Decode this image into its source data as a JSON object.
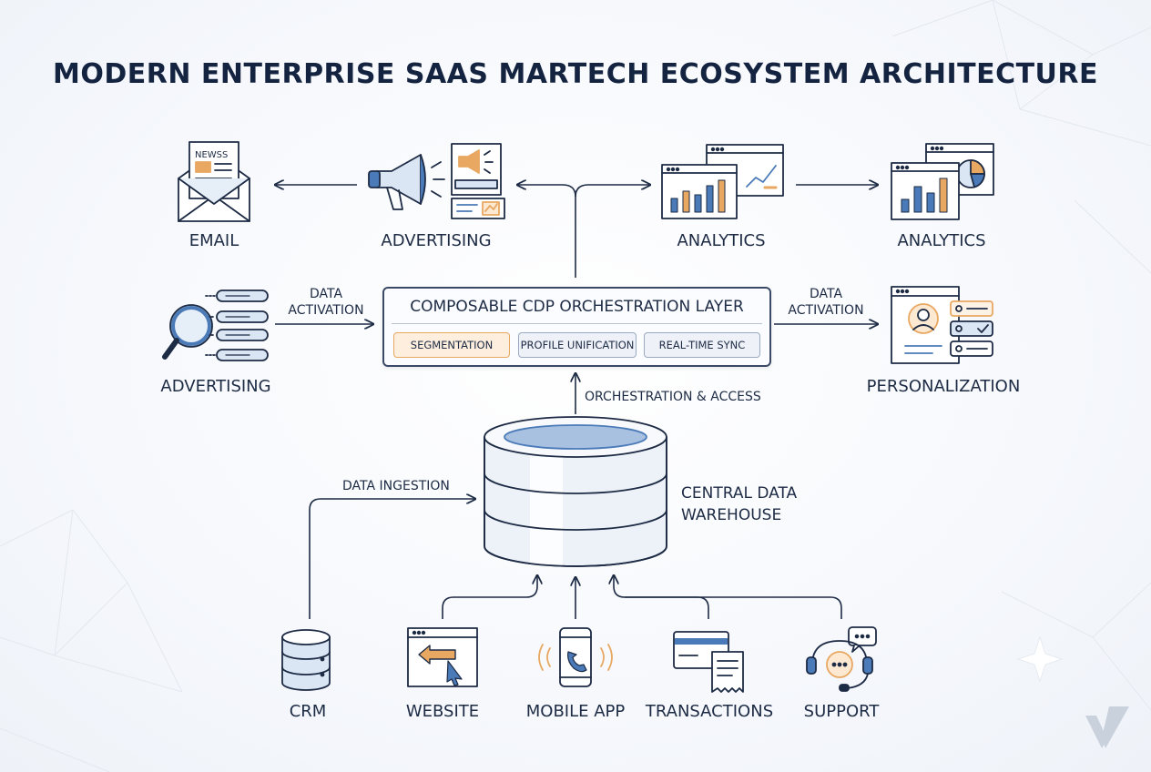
{
  "title": "MODERN ENTERPRISE SAAS MARTECH ECOSYSTEM ARCHITECTURE",
  "top_row": {
    "email": "EMAIL",
    "advertising": "ADVERTISING",
    "analytics_1": "ANALYTICS",
    "analytics_2": "ANALYTICS",
    "newsletter_tag": "NEWSS"
  },
  "middle_row": {
    "advertising": "ADVERTISING",
    "personalization": "PERSONALIZATION",
    "activation_left_1": "DATA",
    "activation_left_2": "ACTIVATION",
    "activation_right_1": "DATA",
    "activation_right_2": "ACTIVATION"
  },
  "cdp": {
    "title": "COMPOSABLE CDP ORCHESTRATION LAYER",
    "chips": [
      "SEGMENTATION",
      "PROFILE UNIFICATION",
      "REAL-TIME SYNC"
    ]
  },
  "flow": {
    "orchestration": "ORCHESTRATION & ACCESS",
    "ingestion": "DATA INGESTION"
  },
  "warehouse": {
    "line1": "CENTRAL DATA",
    "line2": "WAREHOUSE"
  },
  "sources": {
    "crm": "CRM",
    "website": "WEBSITE",
    "mobile_app": "MOBILE APP",
    "transactions": "TRANSACTIONS",
    "support": "SUPPORT"
  },
  "colors": {
    "ink": "#1d2b45",
    "accent_blue": "#4a7ab8",
    "accent_orange": "#e8a862",
    "light_blue": "#dbe6f4"
  }
}
